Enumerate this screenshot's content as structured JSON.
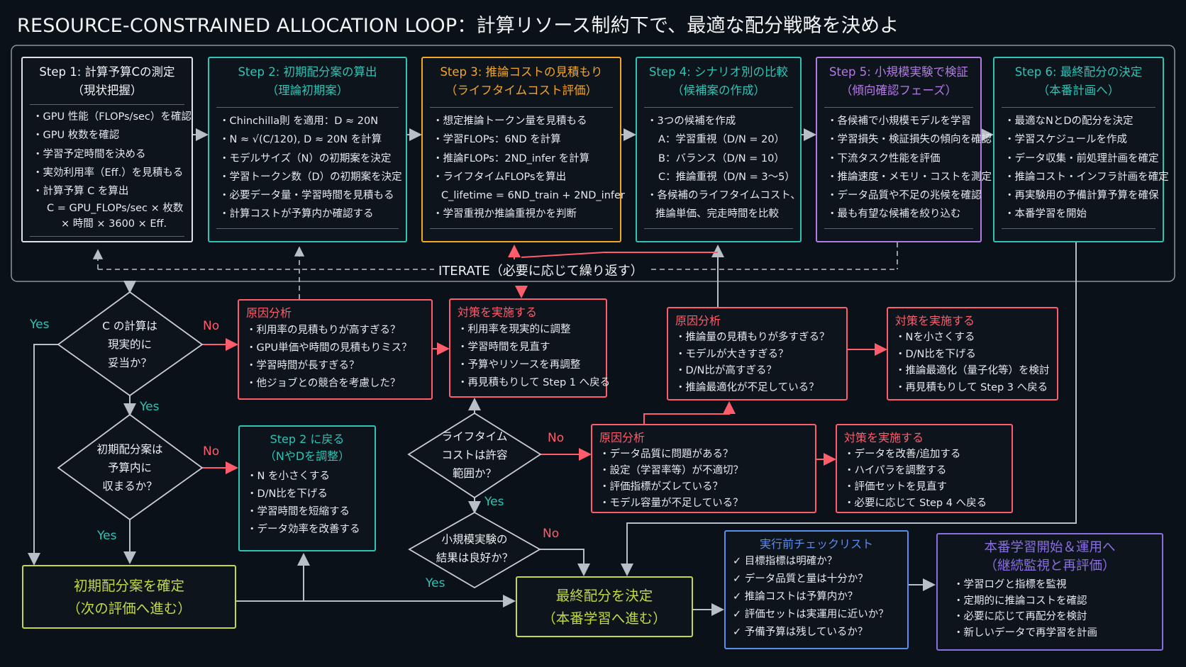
{
  "title": "RESOURCE-CONSTRAINED ALLOCATION LOOP：計算リソース制約下で、最適な配分戦略を決めよ",
  "colors": {
    "white": "#e8ecef",
    "teal": "#2ec4b6",
    "orange": "#f5a623",
    "purple": "#b47be6",
    "red": "#ff5c6c",
    "lime": "#c3d944",
    "blue": "#5b8def",
    "violet": "#8a6fe0"
  },
  "steps": [
    {
      "title": "Step 1: 計算予算Cの測定",
      "subtitle": "（現状把握）",
      "items": [
        "・GPU 性能（FLOPs/sec）を確認",
        "・GPU 枚数を確認",
        "・学習予定時間を決める",
        "・実効利用率（Eff.）を見積もる",
        "・計算予算 C を算出"
      ],
      "formula": [
        "C = GPU_FLOPs/sec × 枚数",
        "× 時間 × 3600 × Eff."
      ]
    },
    {
      "title": "Step 2: 初期配分案の算出",
      "subtitle": "（理論初期案）",
      "items": [
        "・Chinchilla則 を適用：D ≈ 20N",
        "・N ≈ √(C/120), D ≈ 20N を計算",
        "・モデルサイズ（N）の初期案を決定",
        "・学習トークン数（D）の初期案を決定",
        "・必要データ量・学習時間を見積もる",
        "・計算コストが予算内か確認する"
      ]
    },
    {
      "title": "Step 3: 推論コストの見積もり",
      "subtitle": "（ライフタイムコスト評価）",
      "items": [
        "・想定推論トークン量を見積もる",
        "・学習FLOPs：6ND を計算",
        "・推論FLOPs：2ND_infer を計算",
        "・ライフタイムFLOPsを算出",
        "C_lifetime = 6ND_train + 2ND_infer",
        "・学習重視か推論重視かを判断"
      ]
    },
    {
      "title": "Step 4: シナリオ別の比較",
      "subtitle": "（候補案の作成）",
      "items": [
        "・3つの候補を作成",
        "A：学習重視（D/N = 20）",
        "B：バランス（D/N = 10）",
        "C：推論重視（D/N = 3〜5）",
        "・各候補のライフタイムコスト、",
        "推論単価、完走時間を比較"
      ]
    },
    {
      "title": "Step 5: 小規模実験で検証",
      "subtitle": "（傾向確認フェーズ）",
      "items": [
        "・各候補で小規模モデルを学習",
        "・学習損失・検証損失の傾向を確認",
        "・下流タスク性能を評価",
        "・推論速度・メモリ・コストを測定",
        "・データ品質や不足の兆候を確認",
        "・最も有望な候補を絞り込む"
      ]
    },
    {
      "title": "Step 6: 最終配分の決定",
      "subtitle": "（本番計画へ）",
      "items": [
        "・最適なNとDの配分を決定",
        "・学習スケジュールを作成",
        "・データ収集・前処理計画を確定",
        "・推論コスト・インフラ計画を確定",
        "・再実験用の予備計算予算を確保",
        "・本番学習を開始"
      ]
    }
  ],
  "iterate": "ITERATE（必要に応じて繰り返す）",
  "decisions": {
    "d1": [
      "C の計算は",
      "現実的に",
      "妥当か？"
    ],
    "d2": [
      "初期配分案は",
      "予算内に",
      "収まるか？"
    ],
    "d3": [
      "ライフタイム",
      "コストは許容",
      "範囲か？"
    ],
    "d4": [
      "小規模実験の",
      "結果は良好か？"
    ]
  },
  "labels": {
    "yes": "Yes",
    "no": "No"
  },
  "cause1": {
    "title": "原因分析",
    "items": [
      "・利用率の見積もりが高すぎる？",
      "・GPU単価や時間の見積もりミス？",
      "・学習時間が長すぎる？",
      "・他ジョブとの競合を考慮した？"
    ]
  },
  "action1": {
    "title": "対策を実施する",
    "items": [
      "・利用率を現実的に調整",
      "・学習時間を見直す",
      "・予算やリソースを再調整",
      "・再見積もりして Step 1 へ戻る"
    ]
  },
  "back2": {
    "title": "Step 2 に戻る",
    "subtitle": "（NやDを調整）",
    "items": [
      "・N を小さくする",
      "・D/N比を下げる",
      "・学習時間を短縮する",
      "・データ効率を改善する"
    ]
  },
  "cause2": {
    "title": "原因分析",
    "items": [
      "・推論量の見積もりが多すぎる？",
      "・モデルが大きすぎる？",
      "・D/N比が高すぎる？",
      "・推論最適化が不足している？"
    ]
  },
  "action2": {
    "title": "対策を実施する",
    "items": [
      "・Nを小さくする",
      "・D/N比を下げる",
      "・推論最適化（量子化等）を検討",
      "・再見積もりして Step 3 へ戻る"
    ]
  },
  "cause3": {
    "title": "原因分析",
    "items": [
      "・データ品質に問題がある？",
      "・設定（学習率等）が不適切？",
      "・評価指標がズレている？",
      "・モデル容量が不足している？"
    ]
  },
  "action3": {
    "title": "対策を実施する",
    "items": [
      "・データを改善/追加する",
      "・ハイパラを調整する",
      "・評価セットを見直す",
      "・必要に応じて Step 4 へ戻る"
    ]
  },
  "confirm": [
    "初期配分案を確定",
    "（次の評価へ進む）"
  ],
  "final": [
    "最終配分を決定",
    "（本番学習へ進む）"
  ],
  "checklist": {
    "title": "実行前チェックリスト",
    "items": [
      "✓ 目標指標は明確か？",
      "✓ データ品質と量は十分か？",
      "✓ 推論コストは予算内か？",
      "✓ 評価セットは実運用に近いか？",
      "✓ 予備予算は残しているか？"
    ]
  },
  "production": {
    "title": [
      "本番学習開始＆運用へ",
      "（継続監視と再評価）"
    ],
    "items": [
      "・学習ログと指標を監視",
      "・定期的に推論コストを確認",
      "・必要に応じて再配分を検討",
      "・新しいデータで再学習を計画"
    ]
  }
}
